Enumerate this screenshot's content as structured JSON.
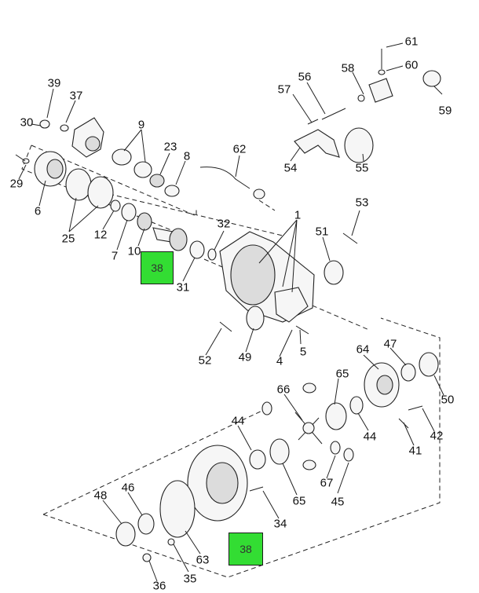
{
  "diagram": {
    "highlight_color": "#33dd33",
    "highlight_label_color": "#333333",
    "callouts": [
      "61",
      "60",
      "58",
      "56",
      "57",
      "59",
      "39",
      "37",
      "30",
      "9",
      "23",
      "8",
      "29",
      "6",
      "62",
      "54",
      "55",
      "53",
      "1",
      "25",
      "12",
      "51",
      "7",
      "32",
      "10",
      "31",
      "52",
      "49",
      "4",
      "5",
      "64",
      "47",
      "65",
      "66",
      "50",
      "44",
      "44",
      "42",
      "41",
      "46",
      "48",
      "67",
      "45",
      "65",
      "34",
      "63",
      "35",
      "36"
    ],
    "highlighted_part": "38",
    "highlighted_part_2": "38"
  }
}
